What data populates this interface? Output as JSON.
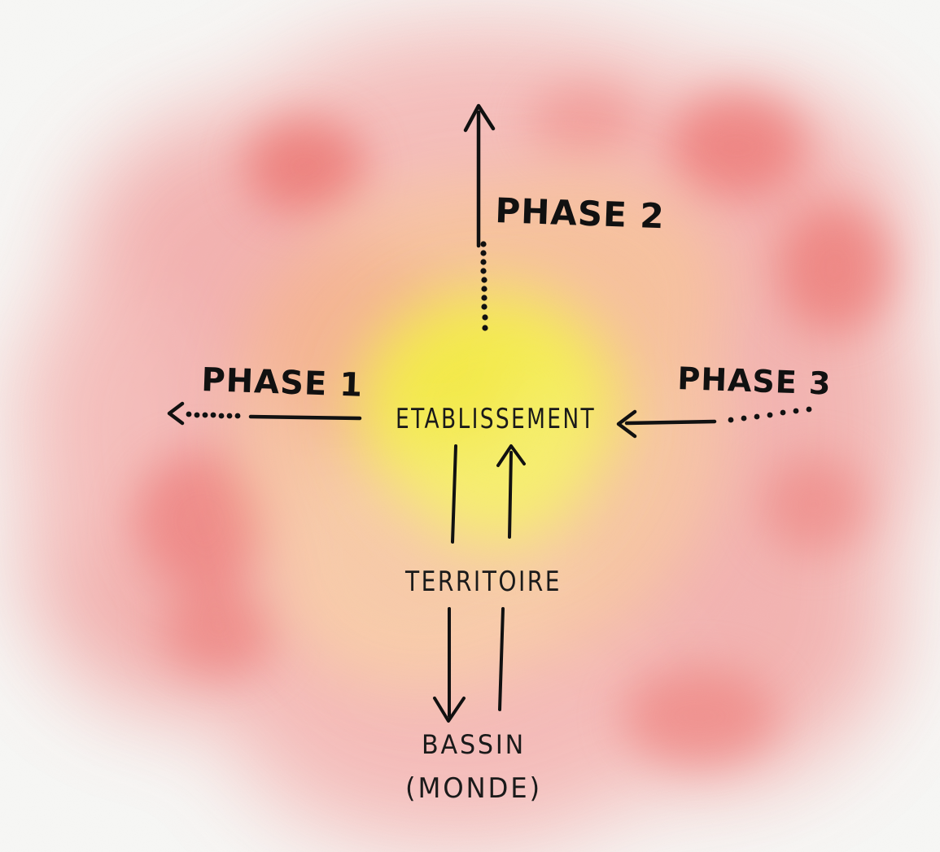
{
  "diagram": {
    "center_label": "ETABLISSEMENT",
    "middle_label": "TERRITOIRE",
    "bottom_label_line1": "BASSIN",
    "bottom_label_line2": "(MONDE)",
    "phases": [
      {
        "label": "PHASE 1",
        "direction": "left"
      },
      {
        "label": "PHASE 2",
        "direction": "up"
      },
      {
        "label": "PHASE 3",
        "direction": "inward-from-right"
      }
    ],
    "colors": {
      "outer_ring": "#f2a2a0",
      "outer_spots": "#ee7f7c",
      "middle_ring": "#f7c39e",
      "core": "#f7ef5a",
      "ink": "#111111"
    }
  }
}
